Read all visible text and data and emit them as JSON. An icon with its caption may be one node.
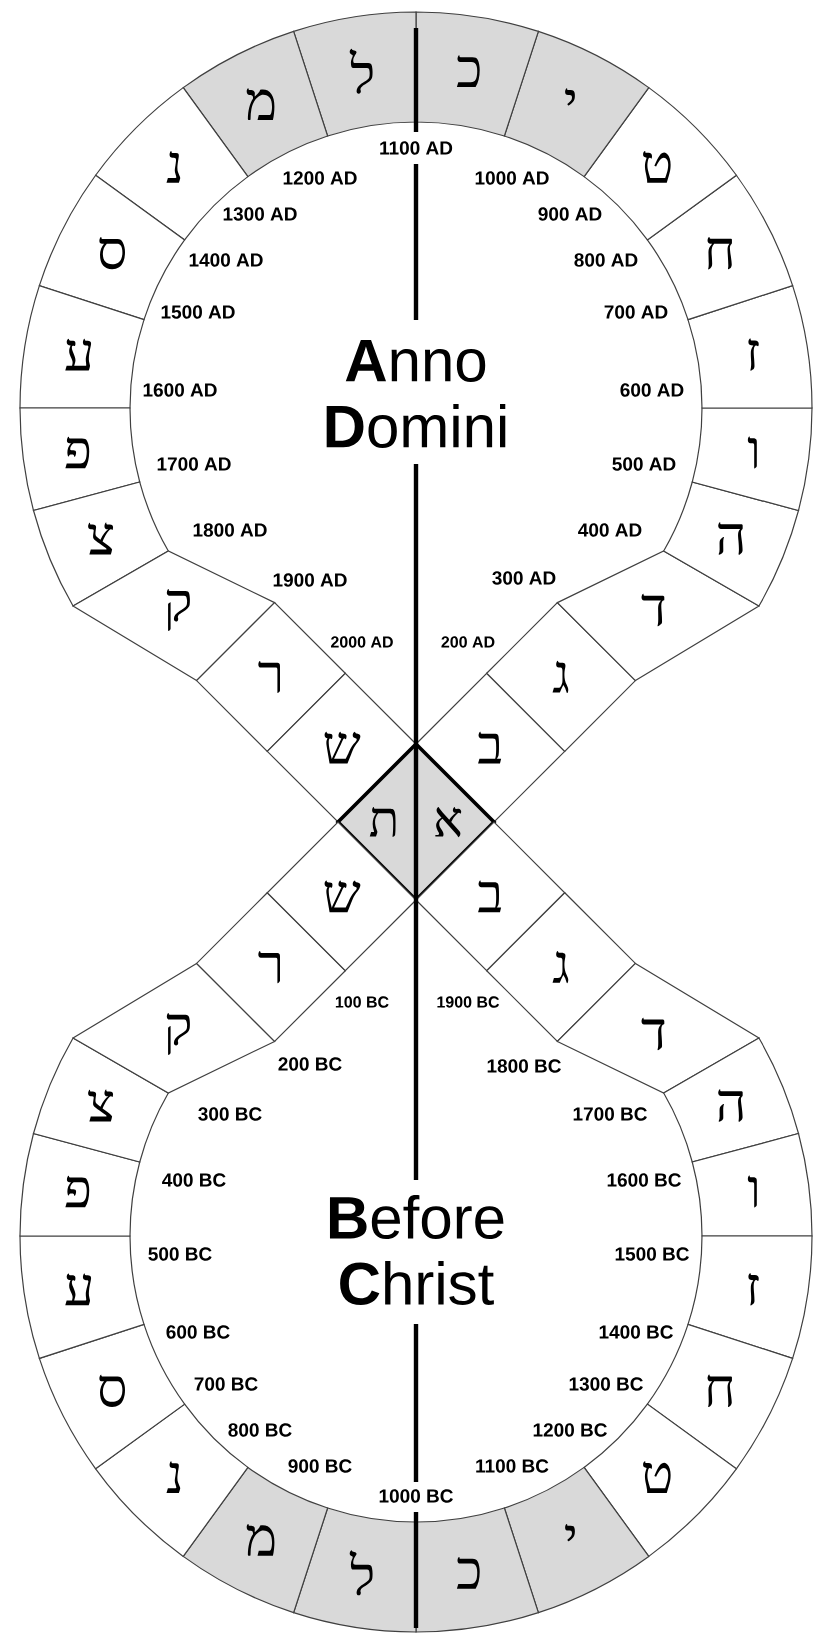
{
  "diagram": {
    "nodes": [
      {
        "text": [
          "ב"
        ]
      },
      {
        "text": [
          "ג"
        ]
      },
      {
        "text": [
          "ד"
        ]
      },
      {
        "text": [
          "ה"
        ]
      },
      {
        "text": [
          "ו"
        ]
      },
      {
        "text": [
          "ז"
        ]
      },
      {
        "text": [
          "ח"
        ]
      },
      {
        "text": [
          "ט"
        ]
      },
      {
        "text": [
          "י"
        ]
      },
      {
        "text": [
          "כ"
        ]
      },
      {
        "text": [
          "ל"
        ]
      },
      {
        "text": [
          "מ"
        ]
      },
      {
        "text": [
          "נ"
        ]
      },
      {
        "text": [
          "ס"
        ]
      },
      {
        "text": [
          "ע"
        ]
      },
      {
        "text": [
          "פ"
        ]
      },
      {
        "text": [
          "צ"
        ]
      },
      {
        "text": [
          "ק"
        ]
      },
      {
        "text": [
          "ר"
        ]
      },
      {
        "text": [
          "ש"
        ]
      },
      {
        "text": [
          "א"
        ]
      },
      {
        "text": [
          "ת"
        ]
      },
      {
        "text": [
          "ב"
        ]
      },
      {
        "text": [
          "ג"
        ]
      },
      {
        "text": [
          "ד"
        ]
      },
      {
        "text": [
          "ה"
        ]
      },
      {
        "text": [
          "ו"
        ]
      },
      {
        "text": [
          "ז"
        ]
      },
      {
        "text": [
          "ח"
        ]
      },
      {
        "text": [
          "ט"
        ]
      },
      {
        "text": [
          "י"
        ]
      },
      {
        "text": [
          "כ"
        ]
      },
      {
        "text": [
          "ל"
        ]
      },
      {
        "text": [
          "מ"
        ]
      },
      {
        "text": [
          "נ"
        ]
      },
      {
        "text": [
          "ס"
        ]
      },
      {
        "text": [
          "ע"
        ]
      },
      {
        "text": [
          "פ"
        ]
      },
      {
        "text": [
          "צ"
        ]
      },
      {
        "text": [
          "ק"
        ]
      },
      {
        "text": [
          "ר"
        ]
      },
      {
        "text": [
          "ש"
        ]
      }
    ],
    "labels": [
      "1100 AD",
      "1200 AD",
      "1000 AD",
      "1300 AD",
      "900 AD",
      "1400 AD",
      "800 AD",
      "1500 AD",
      "700 AD",
      "1600 AD",
      "600 AD",
      "**A**nno **D**omini",
      "1700 AD",
      "500 AD",
      "1800 AD",
      "400 AD",
      "1900 AD",
      "300 AD",
      "2000 AD",
      "200 AD",
      "100 BC",
      "1900 BC",
      "200 BC",
      "1800 BC",
      "300 BC",
      "1700 BC",
      "400 BC",
      "1600 BC",
      "500 BC",
      "1500 BC",
      "**B**efore **C**hrist",
      "600 BC",
      "1400 BC",
      "700 BC",
      "1300 BC",
      "800 BC",
      "1200 BC",
      "900 BC",
      "1100 BC",
      "1000 BC"
    ]
  }
}
